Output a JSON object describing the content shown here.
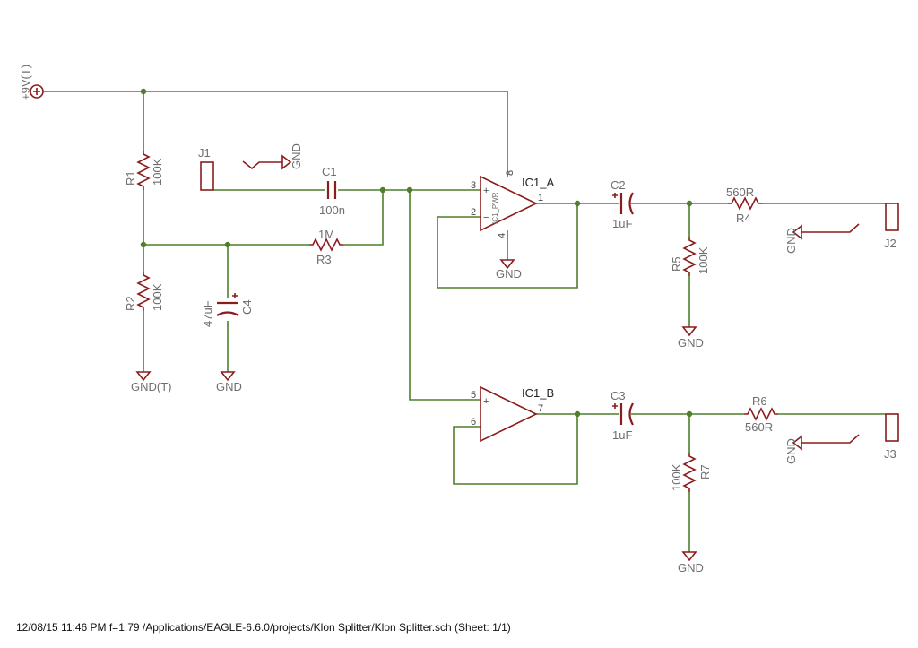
{
  "schematic": {
    "power": {
      "vcc": "+9V(T)"
    },
    "grounds": {
      "gnd": "GND",
      "gnd_t": "GND(T)"
    },
    "connectors": [
      "J1",
      "J2",
      "J3"
    ],
    "parts": {
      "R1": {
        "name": "R1",
        "value": "100K"
      },
      "R2": {
        "name": "R2",
        "value": "100K"
      },
      "R3": {
        "name": "R3",
        "value": "1M"
      },
      "R4": {
        "name": "R4",
        "value": "560R"
      },
      "R5": {
        "name": "R5",
        "value": "100K"
      },
      "R6": {
        "name": "R6",
        "value": "560R"
      },
      "R7": {
        "name": "R7",
        "value": "100K"
      },
      "C1": {
        "name": "C1",
        "value": "100n"
      },
      "C2": {
        "name": "C2",
        "value": "1uF"
      },
      "C3": {
        "name": "C3",
        "value": "1uF"
      },
      "C4": {
        "name": "C4",
        "value": "47uF"
      },
      "IC1_A": {
        "name": "IC1_A",
        "power_label": "IC1_PWR"
      },
      "IC1_B": {
        "name": "IC1_B"
      }
    },
    "pins": {
      "ic1a_noninv": "3",
      "ic1a_inv": "2",
      "ic1a_out": "1",
      "ic1a_vcc": "8",
      "ic1a_gnd": "4",
      "ic1b_noninv": "5",
      "ic1b_inv": "6",
      "ic1b_out": "7",
      "plus": "+",
      "minus": "−"
    }
  },
  "footer": "12/08/15 11:46 PM  f=1.79  /Applications/EAGLE-6.6.0/projects/Klon Splitter/Klon Splitter.sch  (Sheet: 1/1)",
  "colors": {
    "wire": "#4f7f2a",
    "part": "#8b1c1c",
    "label": "#6e6e6e",
    "background": "#ffffff"
  }
}
